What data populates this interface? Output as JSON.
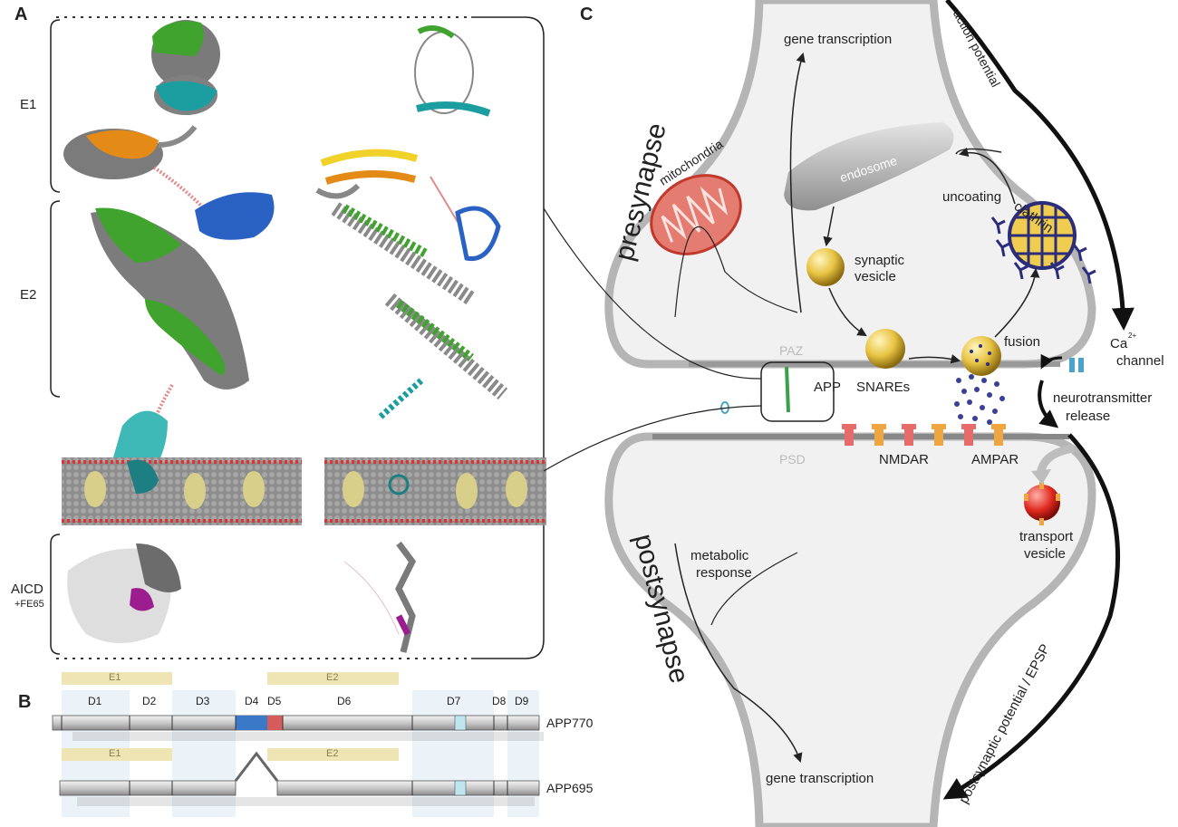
{
  "panels": {
    "a": "A",
    "b": "B",
    "c": "C"
  },
  "panel_a": {
    "domain_labels": {
      "e1": "E1",
      "e2": "E2",
      "aicd_line1": "AICD",
      "aicd_line2": "+FE65"
    }
  },
  "panel_b": {
    "region_labels_top": {
      "e1": "E1",
      "e2": "E2"
    },
    "region_labels_bottom": {
      "e1": "E1",
      "e2": "E2"
    },
    "domains": [
      "D1",
      "D2",
      "D3",
      "D4",
      "D5",
      "D6",
      "D7",
      "D8",
      "D9"
    ],
    "isoforms": {
      "long": "APP770",
      "short": "APP695"
    }
  },
  "panel_c": {
    "gene_transcription_top": "gene transcription",
    "gene_transcription_bottom": "gene transcription",
    "action_potential": "action potential",
    "presynapse": "presynapse",
    "postsynapse": "postsynapse",
    "mitochondria": "mitochondria",
    "endosome": "endosome",
    "uncoating": "uncoating",
    "clathrin": "clathrin",
    "synaptic_vesicle_1": "synaptic",
    "synaptic_vesicle_2": "vesicle",
    "paz": "PAZ",
    "app": "APP",
    "snares": "SNAREs",
    "fusion": "fusion",
    "ca_channel_1": "Ca",
    "ca_channel_sup": "2+",
    "ca_channel_2": "channel",
    "nt_release_1": "neurotransmitter",
    "nt_release_2": "release",
    "psd": "PSD",
    "nmdar": "NMDAR",
    "ampar": "AMPAR",
    "transport_vesicle_1": "transport",
    "transport_vesicle_2": "vesicle",
    "metabolic_1": "metabolic",
    "metabolic_2": "response",
    "epsp": "postsynaptic potential / EPSP"
  }
}
